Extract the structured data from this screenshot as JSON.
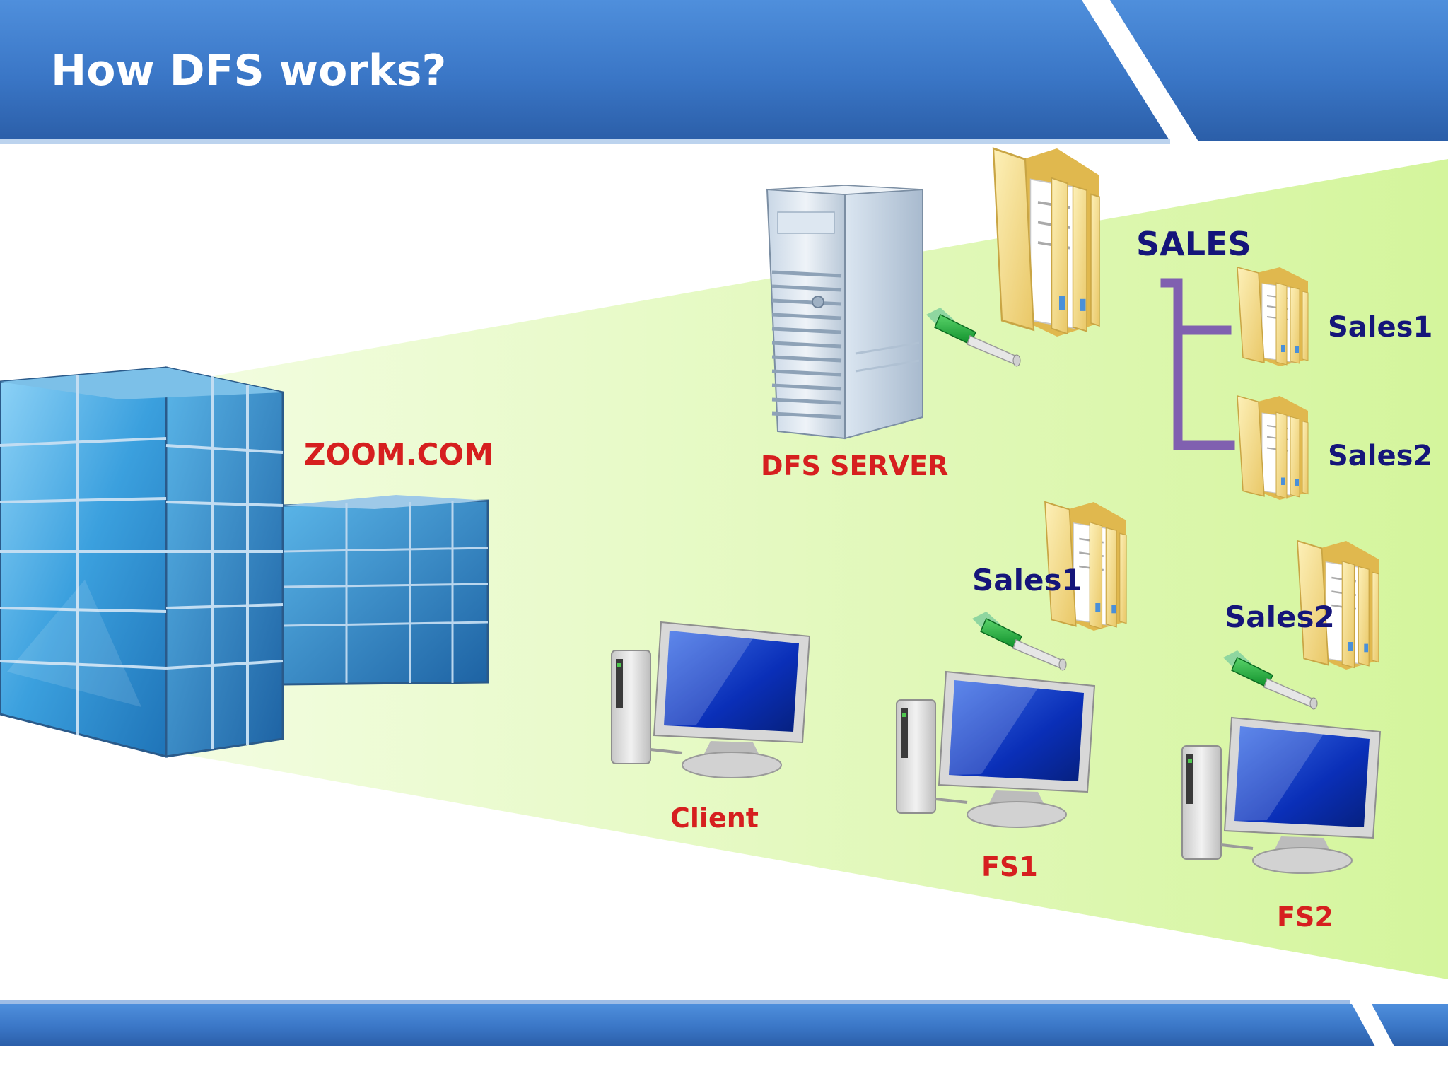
{
  "slide": {
    "title": "How DFS works?"
  },
  "labels": {
    "domain": "ZOOM.COM",
    "dfs_server": "DFS SERVER",
    "namespace_root": "SALES",
    "ns_sales1": "Sales1",
    "ns_sales2": "Sales2",
    "fs1_share": "Sales1",
    "fs2_share": "Sales2",
    "client": "Client",
    "fs1": "FS1",
    "fs2": "FS2"
  },
  "colors": {
    "header_blue": "#3f7fd0",
    "panel_green": "#dff7b6",
    "label_red": "#d61f1f",
    "label_navy": "#15157a",
    "tree_purple": "#8060b0"
  },
  "icons": [
    "office-building-icon",
    "server-tower-icon",
    "folder-icon",
    "network-cable-icon",
    "desktop-computer-icon"
  ]
}
